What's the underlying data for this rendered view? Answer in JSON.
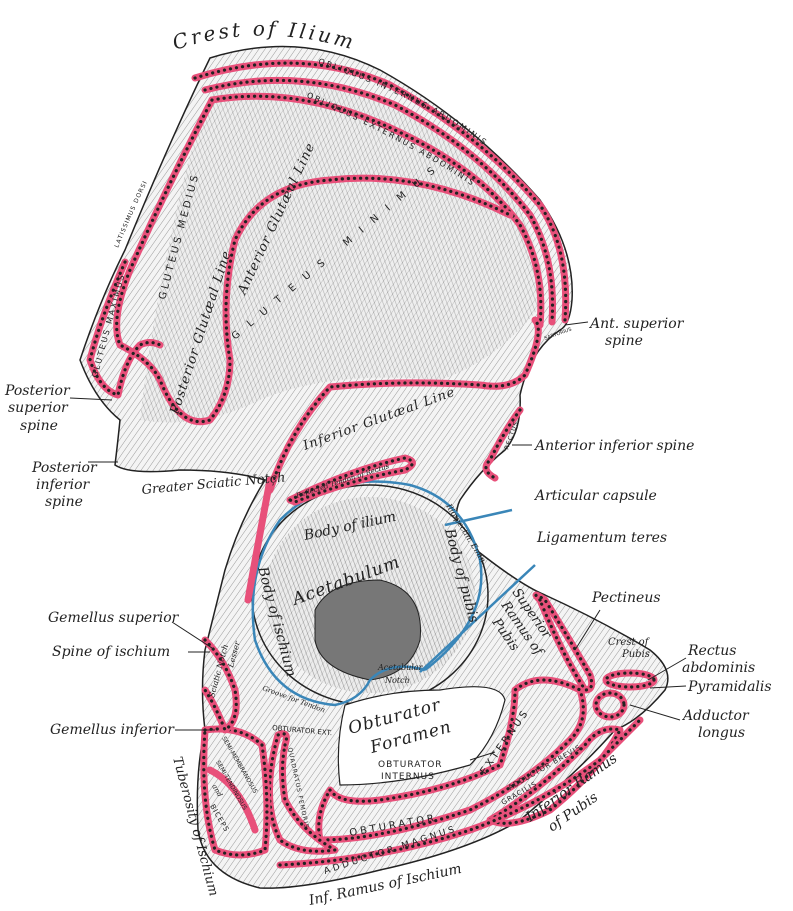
{
  "figure": {
    "crest_of_ilium": "Crest of Ilium",
    "obliquus_internus": "OBLIQUUS INTERNUS ABDOMINIS",
    "obliquus_externus": "OBLIQUUS EXTERNUS ABDOMINIS",
    "latissimus_dorsi": "LATISSIMUS DORSI",
    "gluteus_medius": "GLUTEUS MEDIUS",
    "gluteus_minimus": "GLUTEUS MINIMUS",
    "gluteus_maximus": "GLUTEUS MAXIMUS",
    "anterior_gluteal_line": "Anterior Glutæal Line",
    "posterior_gluteal_line": "Posterior Glutæal Line",
    "inferior_gluteal_line": "Inferior Glutæal Line",
    "sartorius": "SARTORIUS",
    "rectus": "RECTUS",
    "ant_superior_spine": [
      "Ant. superior",
      "spine"
    ],
    "posterior_superior_spine": [
      "Posterior",
      "superior",
      "spine"
    ],
    "posterior_inferior_spine": [
      "Posterior",
      "inferior",
      "spine"
    ],
    "greater_sciatic_notch": "Greater Sciatic Notch",
    "anterior_inferior_spine": "Anterior inferior spine",
    "articular_capsule": "Articular capsule",
    "ligamentum_teres": "Ligamentum teres",
    "reflected_tendon": "Reflected Tendon of Rectus",
    "body_of_ilium": "Body of ilium",
    "acetabulum": "Acetabulum",
    "body_of_pubis": "Body of pubis",
    "body_of_ischium": "Body of ischium",
    "ilio_pectineal": "Ilio-pectin. Emin.",
    "superior_ramus": [
      "Superior",
      "Ramus of",
      "Pubis"
    ],
    "pectineus": "Pectineus",
    "crest_of_pubis": [
      "Crest of",
      "Pubis"
    ],
    "rectus_abdominis": [
      "Rectus",
      "abdominis"
    ],
    "pyramidalis": "Pyramidalis",
    "adductor_longus": [
      "Adductor",
      "longus"
    ],
    "gemellus_superior": "Gemellus superior",
    "spine_of_ischium": "Spine of ischium",
    "gemellus_inferior": "Gemellus inferior",
    "lesser_sciatic_notch": [
      "Lesser",
      "Sciatic Notch"
    ],
    "groove_for_tendon": "Groove for Tendon",
    "obturator_ext_small": "OBTURATOR EXT.",
    "acetabular_notch": [
      "Acetabular",
      "Notch"
    ],
    "obturator_foramen": [
      "Obturator",
      "Foramen"
    ],
    "obturator_internus": [
      "OBTURATOR",
      "INTERNUS"
    ],
    "obturator_externus": [
      "OBTURATOR",
      "EXTERNUS"
    ],
    "adductor_brevis": "ADDUCTOR BREVIS",
    "gracilis": "GRACILIS",
    "inferior_ramus_pubis": [
      "Inferior Ramus",
      "of Pubis"
    ],
    "adductor_magnus": "ADDUCTOR MAGNUS",
    "quadratus_femoris": "QUADRATUS FEMORIS",
    "semimembranosus": "SEMI-MEMBRANOSUS",
    "semitendinosus": [
      "SEMI-TENDINOSUS",
      "and",
      "BICEPS"
    ],
    "tuberosity_of_ischium": "Tuberosity of Ischium",
    "inf_ramus_ischium": "Inf. Ramus of Ischium"
  },
  "colors": {
    "muscle_outline": "#e8507a",
    "capsule": "#3a86b8",
    "bone": "#e9e9e9"
  }
}
